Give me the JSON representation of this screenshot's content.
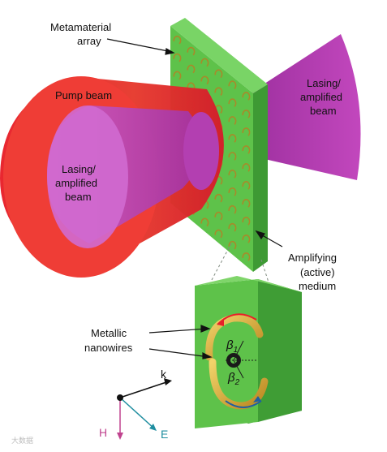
{
  "labels": {
    "metamaterial_line1": "Metamaterial",
    "metamaterial_line2": "array",
    "pump_beam": "Pump beam",
    "lasing_right_line1": "Lasing/",
    "lasing_right_line2": "amplified",
    "lasing_right_line3": "beam",
    "lasing_left_line1": "Lasing/",
    "lasing_left_line2": "amplified",
    "lasing_left_line3": "beam",
    "amplifying_line1": "Amplifying",
    "amplifying_line2": "(active)",
    "amplifying_line3": "medium",
    "metallic_line1": "Metallic",
    "metallic_line2": "nanowires",
    "beta1_symbol": "β",
    "beta1_sub": "1",
    "beta2_symbol": "β",
    "beta2_sub": "2",
    "axis_k": "k",
    "axis_h": "H",
    "axis_e": "E",
    "watermark": "大数据"
  },
  "colors": {
    "pump": "#e8202a",
    "lasing": "#b43bb0",
    "medium": "#5ec24a",
    "wire": "#d3a72a",
    "h_axis": "#c0438f",
    "e_axis": "#1f8ea0"
  }
}
